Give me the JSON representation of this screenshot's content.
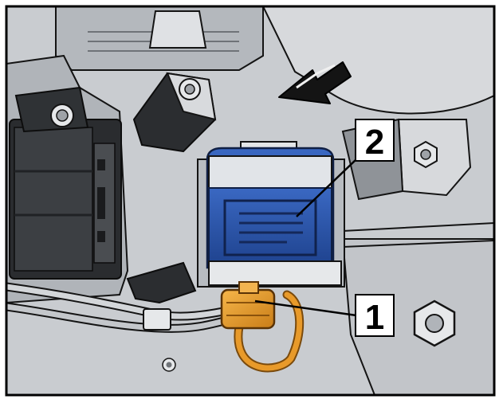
{
  "figure": {
    "callouts": [
      {
        "id": "1",
        "label": "1"
      },
      {
        "id": "2",
        "label": "2"
      }
    ],
    "colors": {
      "background_gray": "#c9ccd0",
      "line": "#141414",
      "connector_orange": "#e89a2a",
      "module_blue": "#2a52a6",
      "module_blue_dark": "#1c3c80",
      "part_light": "#e4e6e8",
      "part_mid": "#b9bcc1",
      "part_dark": "#8f9398",
      "frame": "#000000"
    },
    "icons": {
      "direction_arrow": "arrow-icon",
      "bolt": "bolt-icon"
    }
  }
}
